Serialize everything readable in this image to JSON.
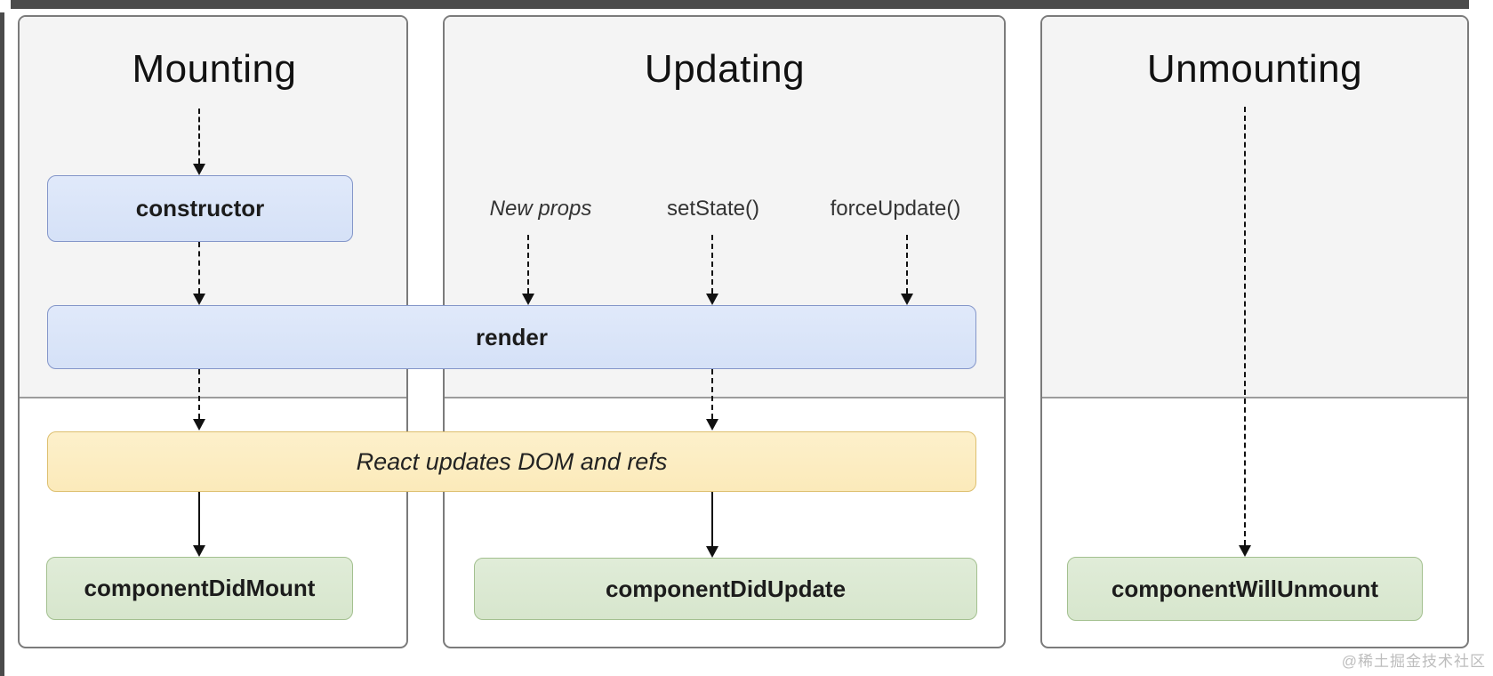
{
  "diagram": {
    "columns": [
      {
        "title": "Mounting"
      },
      {
        "title": "Updating"
      },
      {
        "title": "Unmounting"
      }
    ],
    "triggers": {
      "new_props": "New props",
      "set_state": "setState()",
      "force_update": "forceUpdate()"
    },
    "nodes": {
      "constructor": "constructor",
      "render": "render",
      "react_updates": "React updates DOM and refs",
      "component_did_mount": "componentDidMount",
      "component_did_update": "componentDidUpdate",
      "component_will_unmount": "componentWillUnmount"
    },
    "watermark": "@稀土掘金技术社区",
    "colors": {
      "lifecycle_box_fill": "#d9e4f8",
      "lifecycle_box_border": "#8496c9",
      "side_effect_fill": "#fcedc4",
      "side_effect_border": "#ddbf6f",
      "commit_box_fill": "#dcead3",
      "commit_box_border": "#a3c08f",
      "panel_bg": "#f4f4f4",
      "panel_border": "#7b7b7b",
      "divider": "#9c9c9c",
      "arrow": "#111111",
      "frame": "#4b4b4b",
      "watermark_text": "#bdbdbd"
    }
  }
}
